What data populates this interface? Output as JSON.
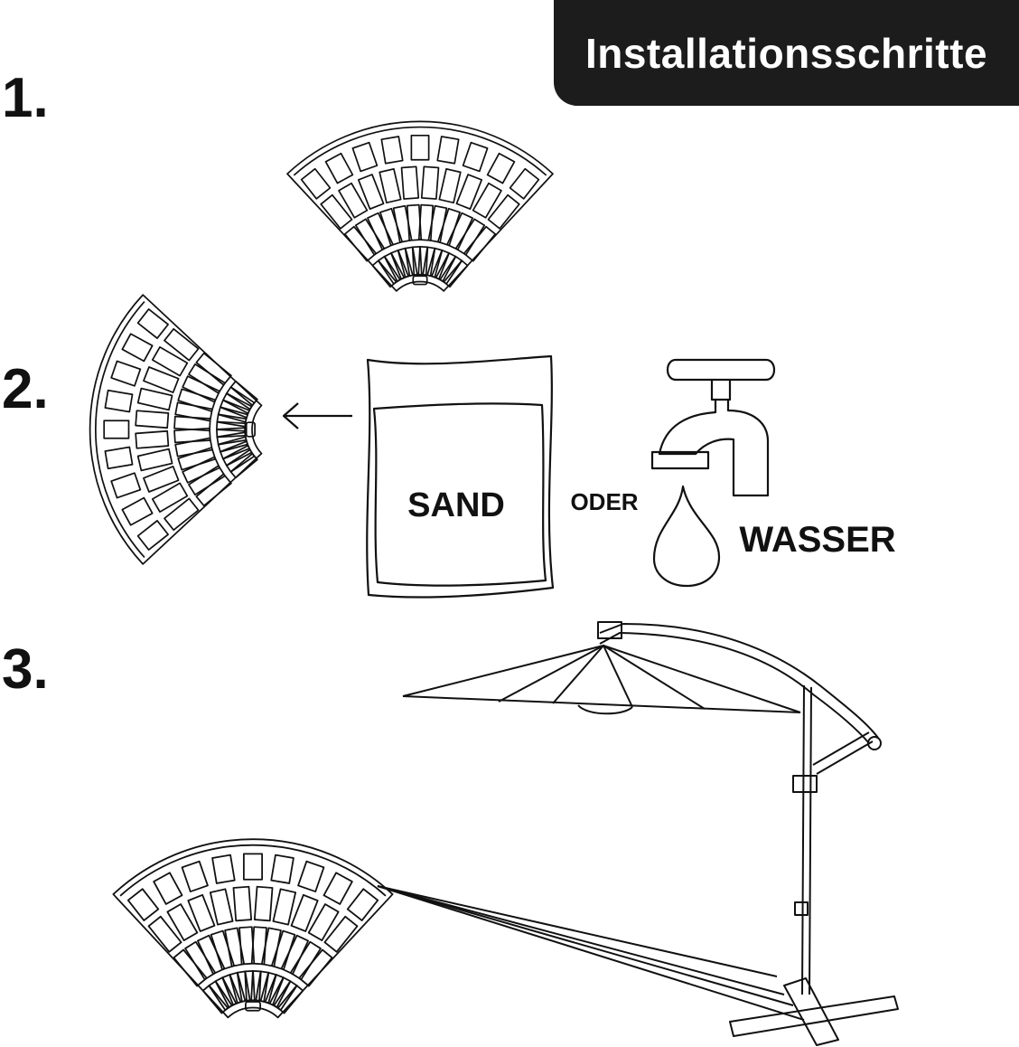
{
  "header": {
    "title": "Installationsschritte"
  },
  "steps": [
    {
      "number": "1."
    },
    {
      "number": "2.",
      "sand_label": "SAND",
      "or_label": "ODER",
      "water_label": "WASSER"
    },
    {
      "number": "3."
    }
  ]
}
